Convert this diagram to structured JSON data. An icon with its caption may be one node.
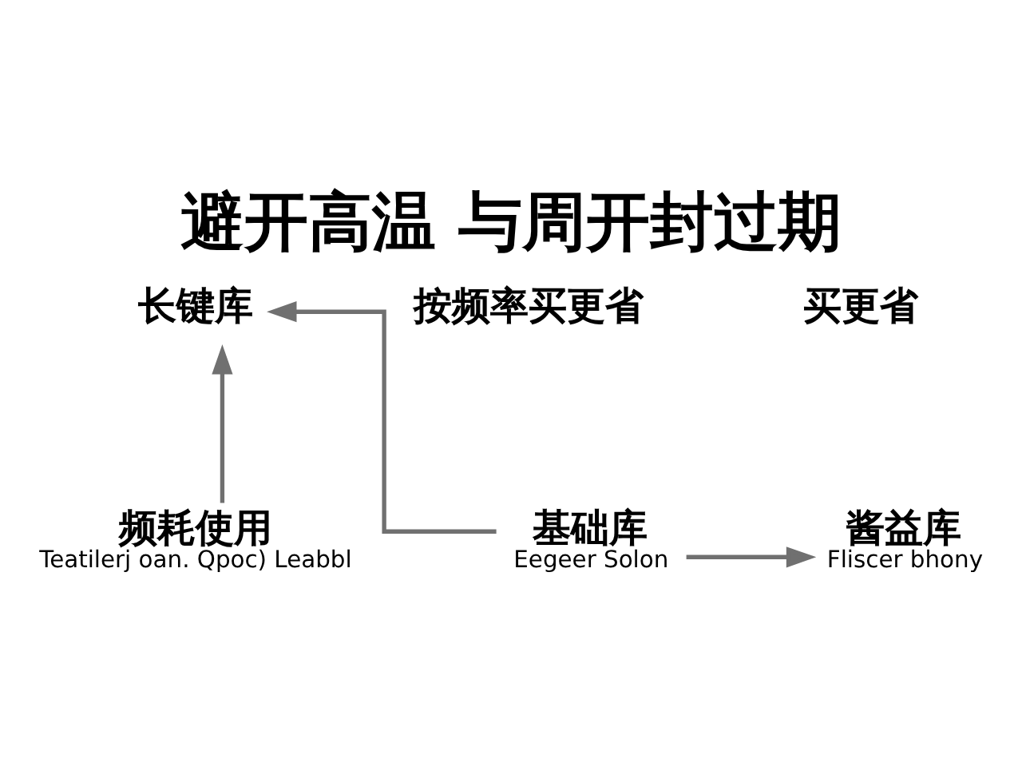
{
  "diagram": {
    "title": "避开高温 与周开封过期",
    "nodes": [
      {
        "text": [
          "长键库"
        ]
      },
      {
        "text": [
          "频耗使用",
          "Teatilerj oan. Qpoc) Leabbl"
        ]
      },
      {
        "text": [
          "基础库",
          "Eegeer Solon"
        ]
      },
      {
        "text": [
          "酱益库",
          "Fliscer bhony"
        ]
      }
    ],
    "edges": [
      {
        "from": 1,
        "to": 0,
        "arrow": "to",
        "color": "#707070"
      },
      {
        "from": 2,
        "to": 0,
        "arrow": "to",
        "color": "#707070"
      },
      {
        "from": 2,
        "to": 3,
        "arrow": "to",
        "color": "#707070"
      }
    ],
    "labels": [
      "按频率买更省",
      "买更省"
    ]
  }
}
